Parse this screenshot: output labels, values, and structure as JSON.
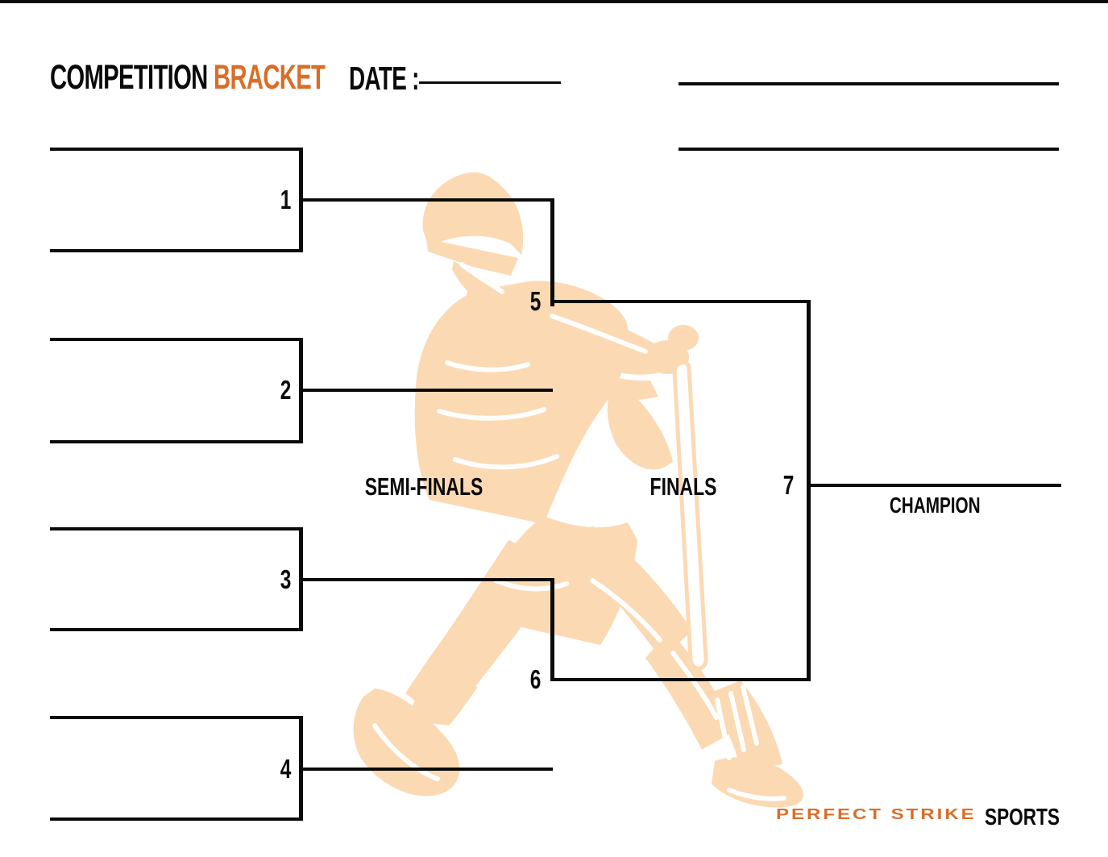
{
  "page": {
    "title_word1": "COMPETITION",
    "title_word2": "BRACKET",
    "date_label": "DATE :"
  },
  "bracket": {
    "match_numbers": [
      "1",
      "2",
      "3",
      "4",
      "5",
      "6",
      "7"
    ],
    "semi_finals_label": "SEMI-FINALS",
    "finals_label": "FINALS",
    "champion_label": "CHAMPION"
  },
  "footer": {
    "brand_name": "PERFECT STRIKE",
    "brand_suffix": "SPORTS"
  },
  "colors": {
    "accent_orange": "#D96E28",
    "watermark_peach": "#FBD9B3",
    "ink": "#0A0A0A"
  }
}
